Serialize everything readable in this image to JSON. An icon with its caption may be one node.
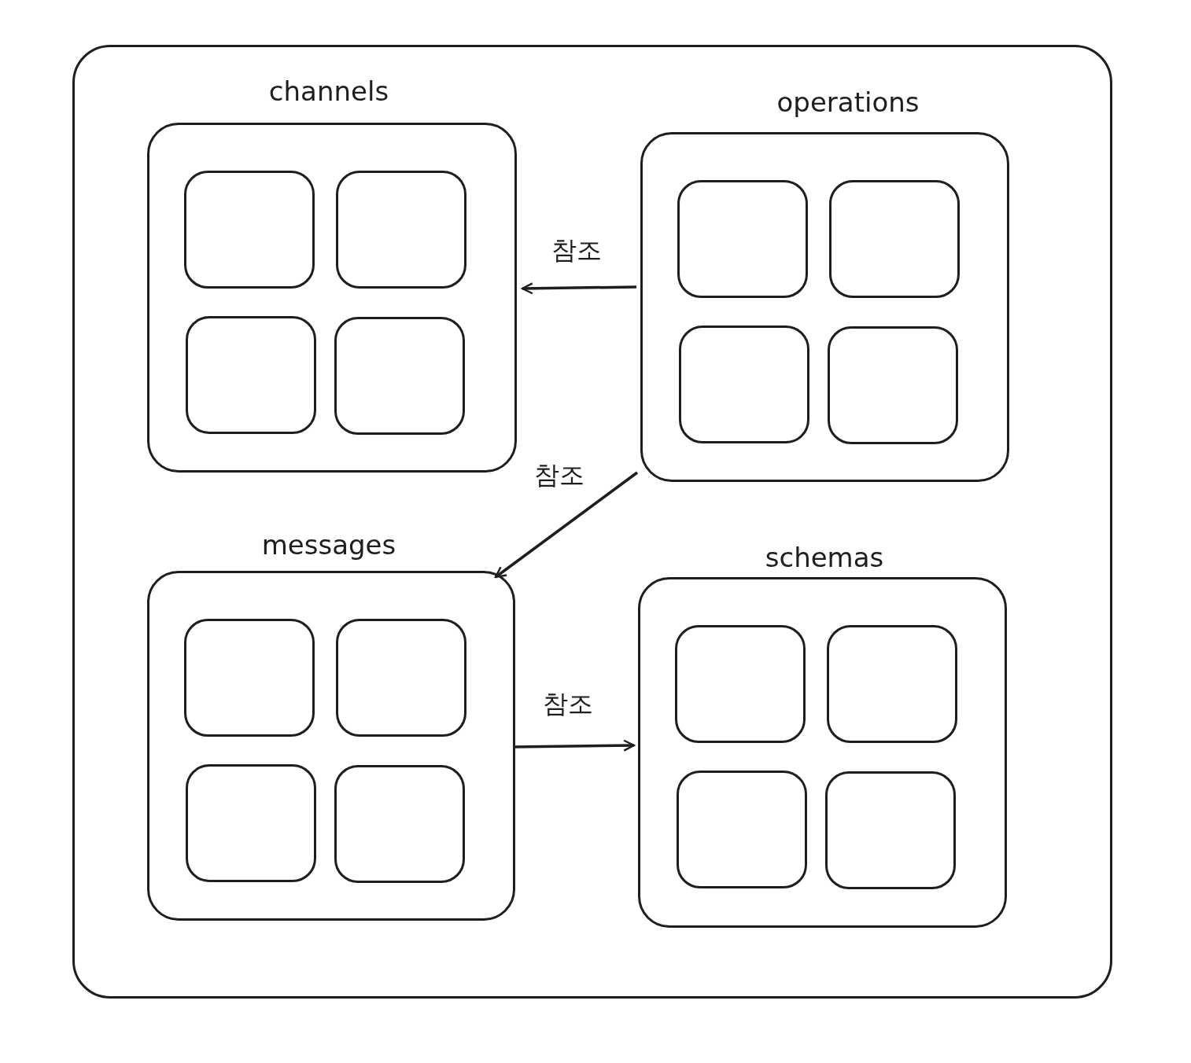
{
  "diagram": {
    "nodes": [
      {
        "text": [],
        "shape": "box"
      },
      {
        "text": [
          "channels"
        ],
        "in": 0
      },
      {
        "text": [],
        "shape": "box",
        "in": 1
      },
      {
        "text": [],
        "shape": "box",
        "in": 1
      },
      {
        "text": [],
        "shape": "box",
        "in": 1
      },
      {
        "text": [],
        "shape": "box",
        "in": 1
      },
      {
        "text": [
          "operations"
        ],
        "in": 0
      },
      {
        "text": [],
        "shape": "box",
        "in": 6
      },
      {
        "text": [],
        "shape": "box",
        "in": 6
      },
      {
        "text": [],
        "shape": "box",
        "in": 6
      },
      {
        "text": [],
        "shape": "box",
        "in": 6
      },
      {
        "text": [
          "messages"
        ],
        "in": 0
      },
      {
        "text": [],
        "shape": "box",
        "in": 11
      },
      {
        "text": [],
        "shape": "box",
        "in": 11
      },
      {
        "text": [],
        "shape": "box",
        "in": 11
      },
      {
        "text": [],
        "shape": "box",
        "in": 11
      },
      {
        "text": [
          "schemas"
        ],
        "in": 0
      },
      {
        "text": [],
        "shape": "box",
        "in": 16
      },
      {
        "text": [],
        "shape": "box",
        "in": 16
      },
      {
        "text": [],
        "shape": "box",
        "in": 16
      },
      {
        "text": [],
        "shape": "box",
        "in": 16
      }
    ],
    "edges": [
      {
        "from": 6,
        "to": 1,
        "arrow": "to",
        "label": "참조"
      },
      {
        "from": 6,
        "to": 11,
        "arrow": "to",
        "label": "참조"
      },
      {
        "from": 11,
        "to": 16,
        "arrow": "to",
        "label": "참조"
      }
    ]
  }
}
